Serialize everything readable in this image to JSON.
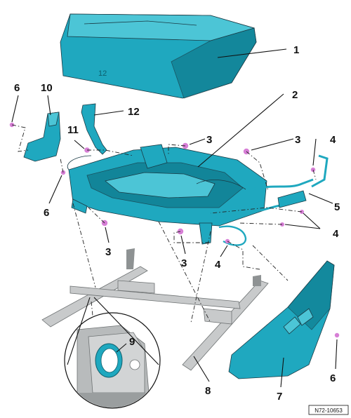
{
  "colors": {
    "part_fill": "#1fa8bf",
    "part_light": "#4cc5d6",
    "part_dark": "#0f7d90",
    "screw": "#d77fd6",
    "rail_grey": "#c8cacb",
    "rail_dark": "#8e9293"
  },
  "labels": {
    "cushion": "1",
    "frame": "2",
    "screw_top_left": "3",
    "screw_top_right": "3",
    "screw_bottom_left": "3",
    "screw_bottom_center": "3",
    "bolt_right_top": "4",
    "bolt_right_bottom": "4",
    "bolt_center": "4",
    "cable_right": "5",
    "clip_top_left": "6",
    "clip_left": "6",
    "clip_right": "6",
    "side_trim": "7",
    "rail": "8",
    "bushing": "9",
    "bracket": "10",
    "nut_11": "11",
    "strap": "12"
  },
  "cushion_embossed": "12",
  "reference_code": "N72-10653"
}
